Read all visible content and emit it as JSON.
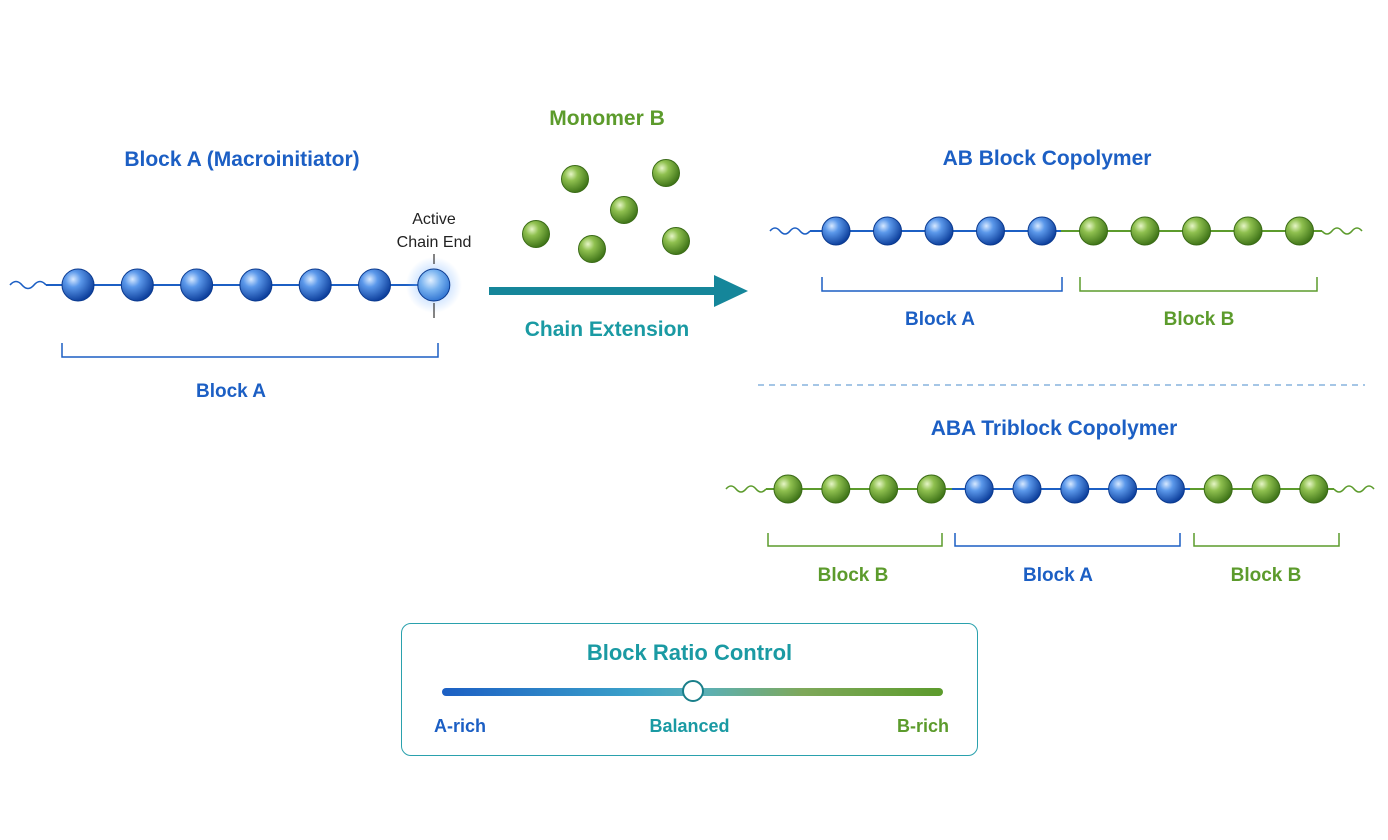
{
  "colors": {
    "block_a": "#1c5fc4",
    "block_b": "#5c9b2c",
    "accent": "#1a9aa3"
  },
  "left": {
    "title": "Block A (Macroinitiator)",
    "active_end_line1": "Active",
    "active_end_line2": "Chain End",
    "bracket_label": "Block A"
  },
  "monomer": {
    "title": "Monomer B"
  },
  "arrow": {
    "label": "Chain Extension"
  },
  "ab": {
    "title": "AB Block Copolymer",
    "block_a_label": "Block A",
    "block_b_label": "Block B"
  },
  "aba": {
    "title": "ABA Triblock Copolymer",
    "left_b_label": "Block B",
    "middle_a_label": "Block A",
    "right_b_label": "Block B"
  },
  "ratio": {
    "title": "Block Ratio Control",
    "left_label": "A-rich",
    "mid_label": "Balanced",
    "right_label": "B-rich",
    "position_fraction": 0.5
  },
  "chains": {
    "macroinitiator": [
      "A",
      "A",
      "A",
      "A",
      "A",
      "A",
      "A*"
    ],
    "ab": [
      "A",
      "A",
      "A",
      "A",
      "A",
      "B",
      "B",
      "B",
      "B",
      "B"
    ],
    "aba": [
      "B",
      "B",
      "B",
      "B",
      "A",
      "A",
      "A",
      "A",
      "A",
      "B",
      "B",
      "B"
    ]
  }
}
